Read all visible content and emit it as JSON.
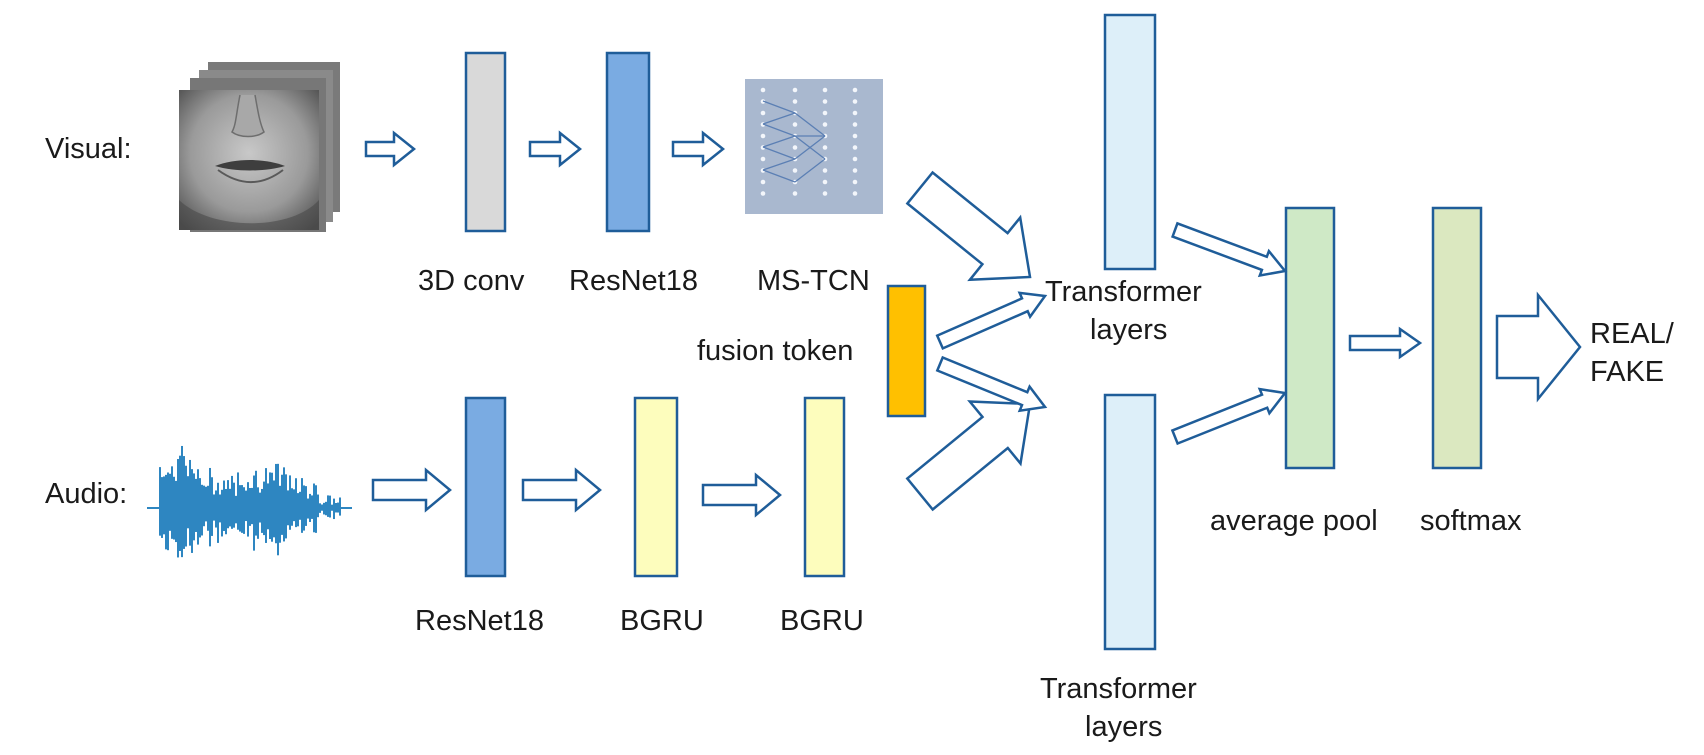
{
  "visual": {
    "label": "Visual:",
    "stages": [
      {
        "label": "3D conv",
        "fill": "#d9d9d9"
      },
      {
        "label": "ResNet18",
        "fill": "#7aabe2"
      },
      {
        "label": "MS-TCN",
        "fill": "#a9b8cf"
      }
    ]
  },
  "audio": {
    "label": "Audio:",
    "stages": [
      {
        "label": "ResNet18",
        "fill": "#7aabe2"
      },
      {
        "label": "BGRU",
        "fill": "#fdfdbd"
      },
      {
        "label": "BGRU",
        "fill": "#fdfdbd"
      }
    ]
  },
  "fusion": {
    "label": "fusion token",
    "fill": "#ffc000"
  },
  "transformer_top": {
    "line1": "Transformer",
    "line2": "layers",
    "fill": "#ddeff9"
  },
  "transformer_bottom": {
    "line1": "Transformer",
    "line2": "layers",
    "fill": "#ddeff9"
  },
  "pool": {
    "label": "average pool",
    "fill": "#cfe9c6"
  },
  "softmax": {
    "label": "softmax",
    "fill": "#dbe8c0"
  },
  "output": {
    "line1": "REAL/",
    "line2": "FAKE"
  },
  "colors": {
    "stroke": "#1f5d99",
    "arrow_fill": "#ffffff",
    "waveform": "#2e86c1",
    "face_shade": "#8c8c8c"
  }
}
